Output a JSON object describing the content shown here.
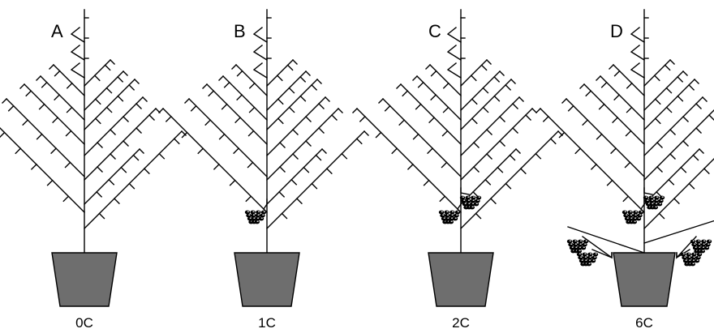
{
  "figure": {
    "panels": [
      {
        "letter": "A",
        "caption": "0C",
        "clusters": 0
      },
      {
        "letter": "B",
        "caption": "1C",
        "clusters": 1
      },
      {
        "letter": "C",
        "caption": "2C",
        "clusters": 2
      },
      {
        "letter": "D",
        "caption": "6C",
        "clusters": 6
      }
    ],
    "colors": {
      "ink": "#000000",
      "pot": "#6e6e6e",
      "background": "#ffffff"
    }
  }
}
